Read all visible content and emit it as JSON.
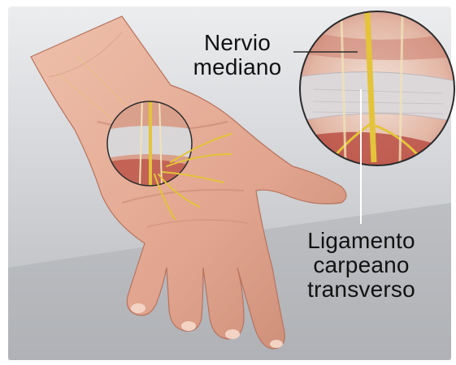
{
  "labels": {
    "median_nerve": [
      "Nervio",
      "mediano"
    ],
    "transverse_carpal_ligament": [
      "Ligamento",
      "carpeano",
      "transverso"
    ]
  },
  "colors": {
    "background_top": "#e7e8ea",
    "background_bottom": "#b9bbbf",
    "skin": "#e8b4a0",
    "skin_shadow": "#c98a73",
    "nerve": "#e3c43a",
    "ligament": "#d9d6d8",
    "muscle": "#b8483e",
    "outline": "#2b2b2b"
  }
}
